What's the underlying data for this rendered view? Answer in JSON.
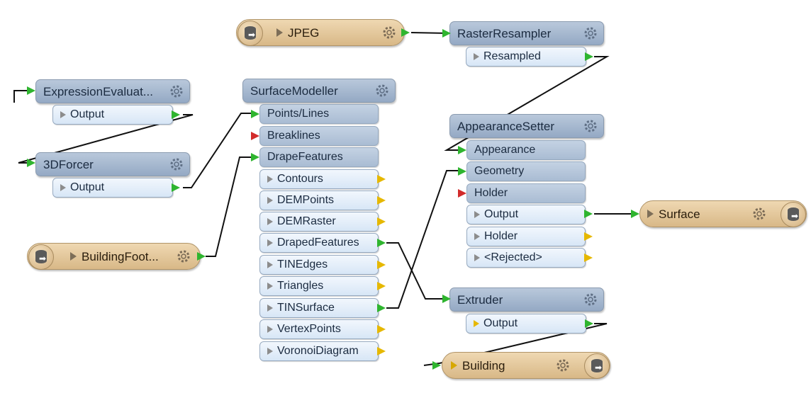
{
  "workspace": {
    "readers": {
      "jpeg": "JPEG",
      "building_footprints": "BuildingFoot..."
    },
    "writers": {
      "surface": "Surface",
      "building": "Building"
    },
    "transformers": {
      "expression_evaluator": {
        "title": "ExpressionEvaluat...",
        "ports": [
          "Output"
        ]
      },
      "forcer_3d": {
        "title": "3DForcer",
        "ports": [
          "Output"
        ]
      },
      "surface_modeller": {
        "title": "SurfaceModeller",
        "inputs": [
          "Points/Lines",
          "Breaklines",
          "DrapeFeatures"
        ],
        "outputs": [
          "Contours",
          "DEMPoints",
          "DEMRaster",
          "DrapedFeatures",
          "TINEdges",
          "Triangles",
          "TINSurface",
          "VertexPoints",
          "VoronoiDiagram"
        ]
      },
      "raster_resampler": {
        "title": "RasterResampler",
        "ports": [
          "Resampled"
        ]
      },
      "appearance_setter": {
        "title": "AppearanceSetter",
        "inputs": [
          "Appearance",
          "Geometry",
          "Holder"
        ],
        "outputs": [
          "Output",
          "Holder",
          "<Rejected>"
        ]
      },
      "extruder": {
        "title": "Extruder",
        "ports": [
          "Output"
        ]
      }
    }
  },
  "colors": {
    "header": "#a6b8cf",
    "port": "#e6f0fa",
    "reader_writer": "#e2c494",
    "connection_ok": "#2fb52f",
    "connection_required": "#d22b2b",
    "connection_unused": "#e6b800",
    "wire": "#111111"
  },
  "icons": [
    "gear-icon",
    "database-icon",
    "expand-triangle-icon",
    "connection-flag-icon"
  ]
}
